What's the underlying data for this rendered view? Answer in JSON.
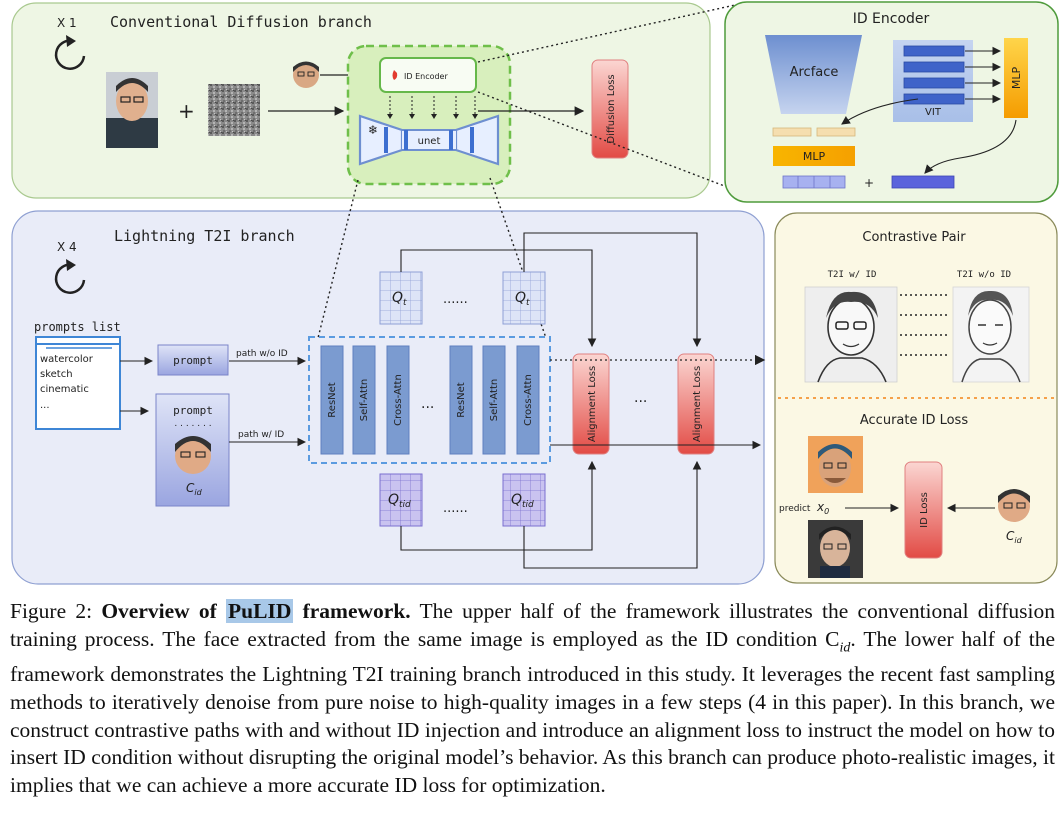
{
  "conventional": {
    "title": "Conventional Diffusion branch",
    "repeat": "X 1",
    "id_encoder_chip": "ID Encoder",
    "unet": "unet",
    "plus": "+",
    "diffusion_loss": "Diffusion Loss"
  },
  "id_encoder": {
    "title": "ID Encoder",
    "arcface": "Arcface",
    "vit": "VIT",
    "mlp_right": "MLP",
    "mlp_bottom": "MLP",
    "plus": "+"
  },
  "lightning": {
    "title": "Lightning T2I branch",
    "repeat": "X 4",
    "prompts_list_title": "prompts list",
    "prompts": [
      "watercolor",
      "sketch",
      "cinematic",
      "..."
    ],
    "prompt_top": "prompt",
    "prompt_bottom": "prompt",
    "prompt_dots": ". . . . . . .",
    "cid": "C",
    "cid_sub": "id",
    "path_wo_id": "path w/o ID",
    "path_w_id": "path w/ ID",
    "blocks": [
      "ResNet",
      "Self-Attn",
      "Cross-Attn",
      "ResNet",
      "Self-Attn",
      "Cross-Attn"
    ],
    "ellipsis": "...",
    "qt": "Q",
    "qt_sub": "t",
    "qtid_sub": "tid",
    "qdots": "......",
    "alignment_loss_1": "Alignment Loss",
    "alignment_loss_2": "Alignment Loss"
  },
  "contrastive": {
    "title": "Contrastive Pair",
    "left_label": "T2I w/ ID",
    "right_label": "T2I w/o ID",
    "accurate_title": "Accurate ID Loss",
    "predict": "predict",
    "x0": "x",
    "x0_sub": "0",
    "id_loss": "ID Loss",
    "cid": "C",
    "cid_sub": "id"
  },
  "caption": {
    "prefix": "Figure 2: ",
    "bold1": "Overview of ",
    "bold_hl": "PuLID",
    "bold2": " framework.",
    "body": " The upper half of the framework illustrates the conventional diffusion training process. The face extracted from the same image is employed as the ID condition C",
    "cid_sub": "id",
    "body2": ". The lower half of the framework demonstrates the Lightning T2I training branch introduced in this study. It leverages the recent fast sampling methods to iteratively denoise from pure noise to high-quality images in a few steps (4 in this paper). In this branch, we construct contrastive paths with and without ID injection and introduce an alignment loss to instruct the model on how to insert ID condition without disrupting the original model’s behavior. As this branch can produce photo-realistic images, it implies that we can achieve a more accurate ID loss for optimization."
  },
  "colors": {
    "green_panel": "#eef6e4",
    "blue_panel": "#e9ecf8",
    "yellow_panel": "#fbf8e4",
    "block_blue": "#7b9bd0",
    "loss_red": "#e85a55",
    "mlp_orange": "#f5a800",
    "highlight": "#a8c8e8"
  }
}
